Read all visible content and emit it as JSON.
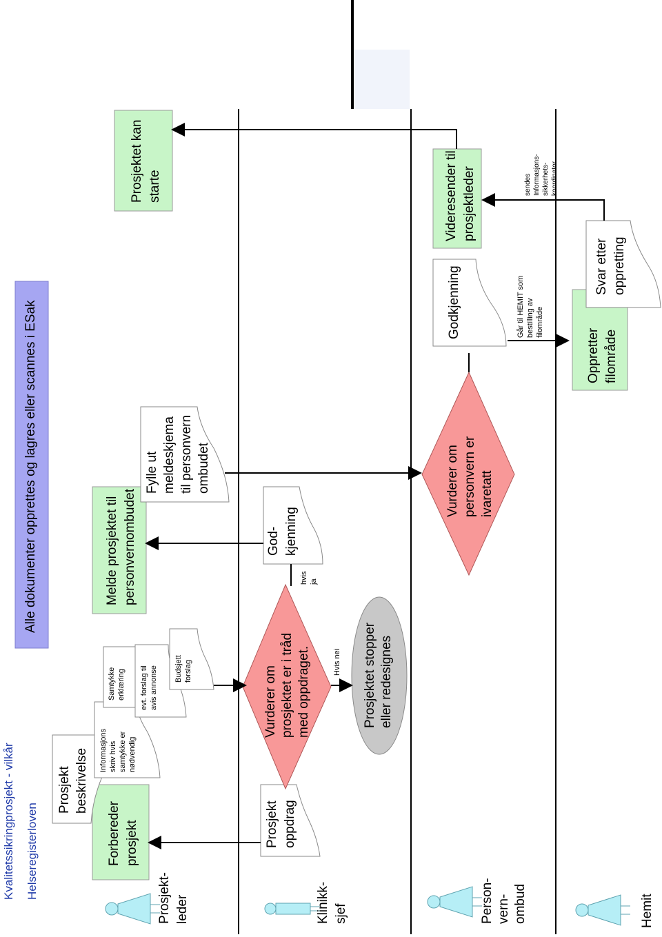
{
  "header": {
    "title": "Kvalitetssikringprosjekt - vilkår",
    "subtitle": "Helseregisterloven",
    "banner": "Alle dokumenter opprettes og lagres eller scannes i ESak"
  },
  "lanes": {
    "prosjektleder": [
      "Prosjekt-",
      "leder"
    ],
    "klinikksjef": [
      "Klinikk-",
      "sjef"
    ],
    "personvernombud": [
      "Person-",
      "vern-",
      "ombud"
    ],
    "hemit": [
      "Hemit"
    ]
  },
  "nodes": {
    "forbereder": [
      "Forbereder",
      "prosjekt"
    ],
    "prosjektbeskrivelse": [
      "Prosjekt",
      "beskrivelse"
    ],
    "informasjonsskriv": [
      "Informasjons",
      "skriv hvis",
      "samtykke er",
      "nødvendig"
    ],
    "samtykkeerklaering": [
      "Samtykke",
      "erklæring"
    ],
    "avisannonse": [
      "evt. forslag til",
      "avis annonse"
    ],
    "budsjett": [
      "Budsjett",
      "forslag"
    ],
    "melde": [
      "Melde prosjektet til",
      "personvernombudet"
    ],
    "fylle_ut": [
      "Fylle ut",
      "meldeskjema",
      "til personvern",
      "ombudet"
    ],
    "kan_starte": [
      "Prosjektet kan",
      "starte"
    ],
    "prosjektoppdrag": [
      "Prosjekt",
      "oppdrag"
    ],
    "vurderer_oppdrag": [
      "Vurderer om",
      "prosjektet er i tråd",
      "med oppdraget."
    ],
    "hvis_nei": [
      "Hvis nei"
    ],
    "hvis_ja": [
      "hvis",
      "ja"
    ],
    "godkjenning_klinikk": [
      "God-",
      "kjenning"
    ],
    "stopper": [
      "Prosjektet stopper",
      "eller redesignes"
    ],
    "vurderer_personvern": [
      "Vurderer om",
      "personvern er",
      "ivaretatt"
    ],
    "godkjenning_pvo": [
      "Godkjenning"
    ],
    "gaar_til_hemit": [
      "Går til HEMIT som",
      "bestilling av",
      "filområde"
    ],
    "videresender": [
      "Videresender til",
      "prosjektleder"
    ],
    "oppretter": [
      "Oppretter",
      "filområde"
    ],
    "svar": [
      "Svar etter",
      "oppretting"
    ],
    "sendes": [
      "sendes",
      "Informasjons-",
      "sikkerhets-",
      "koordinator"
    ]
  },
  "colors": {
    "green": "#c8f5c8",
    "diamond": "#f89898",
    "ellipse": "#c8c8c8",
    "banner": "#a6a6f2",
    "person": "#b6eef6"
  }
}
